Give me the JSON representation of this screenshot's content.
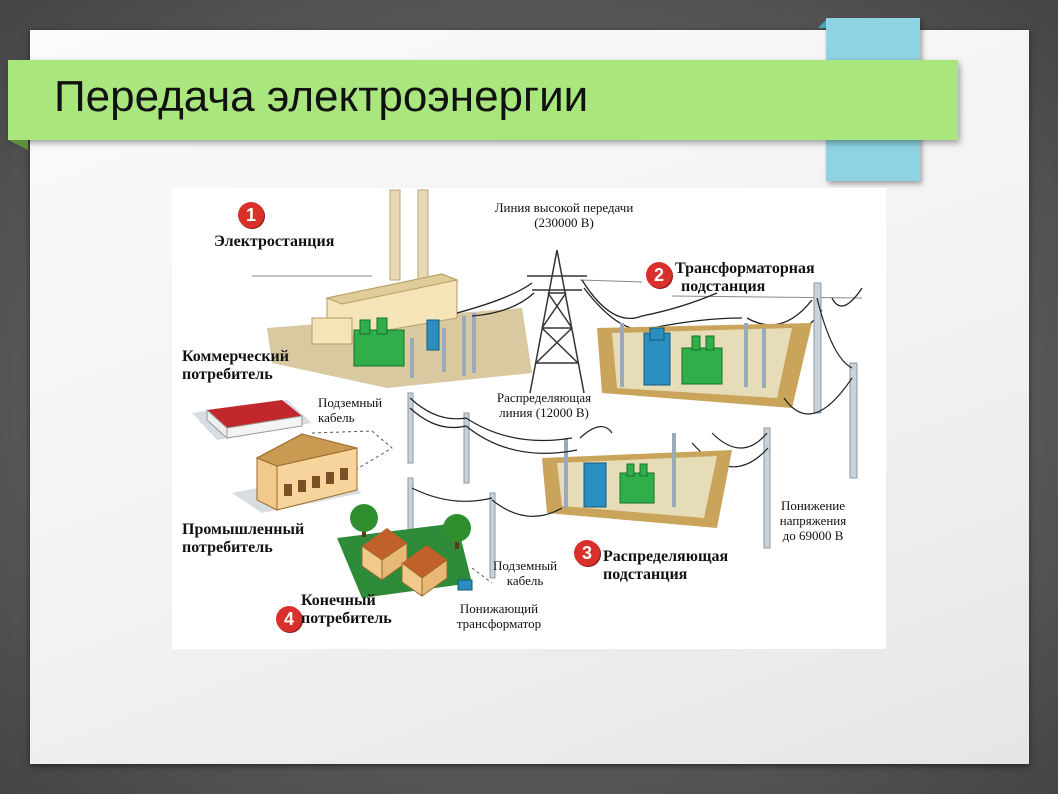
{
  "slide": {
    "title": "Передача электроэнергии",
    "colors": {
      "title_bar": "#a9e67d",
      "accent_tab": "#8dd3e3",
      "badge": "#d9302b"
    }
  },
  "diagram": {
    "badges": [
      "1",
      "2",
      "3",
      "4"
    ],
    "labels": {
      "power_station": "Электростанция",
      "hv_line_1": "Линия высокой передачи",
      "hv_line_2": "(230000 В)",
      "transformer_sub_1": "Трансформаторная",
      "transformer_sub_2": "подстанция",
      "commercial_1": "Коммерческий",
      "commercial_2": "потребитель",
      "underground_cable_1a": "Подземный",
      "underground_cable_1b": "кабель",
      "distribution_line_1": "Распределяющая",
      "distribution_line_2": "линия (12000 В)",
      "industrial_1": "Промышленный",
      "industrial_2": "потребитель",
      "voltage_drop_1": "Понижение",
      "voltage_drop_2": "напряжения",
      "voltage_drop_3": "до 69000 В",
      "distribution_sub_1": "Распределяющая",
      "distribution_sub_2": "подстанция",
      "underground_cable_2a": "Подземный",
      "underground_cable_2b": "кабель",
      "end_consumer_1": "Конечный",
      "end_consumer_2": "потребитель",
      "step_down_1": "Понижающий",
      "step_down_2": "трансформатор"
    },
    "icons": [
      "power-plant-icon",
      "transmission-tower-icon",
      "substation-icon",
      "commercial-building-icon",
      "factory-icon",
      "house-icon",
      "tree-icon",
      "utility-pole-icon",
      "transformer-box-icon"
    ]
  }
}
